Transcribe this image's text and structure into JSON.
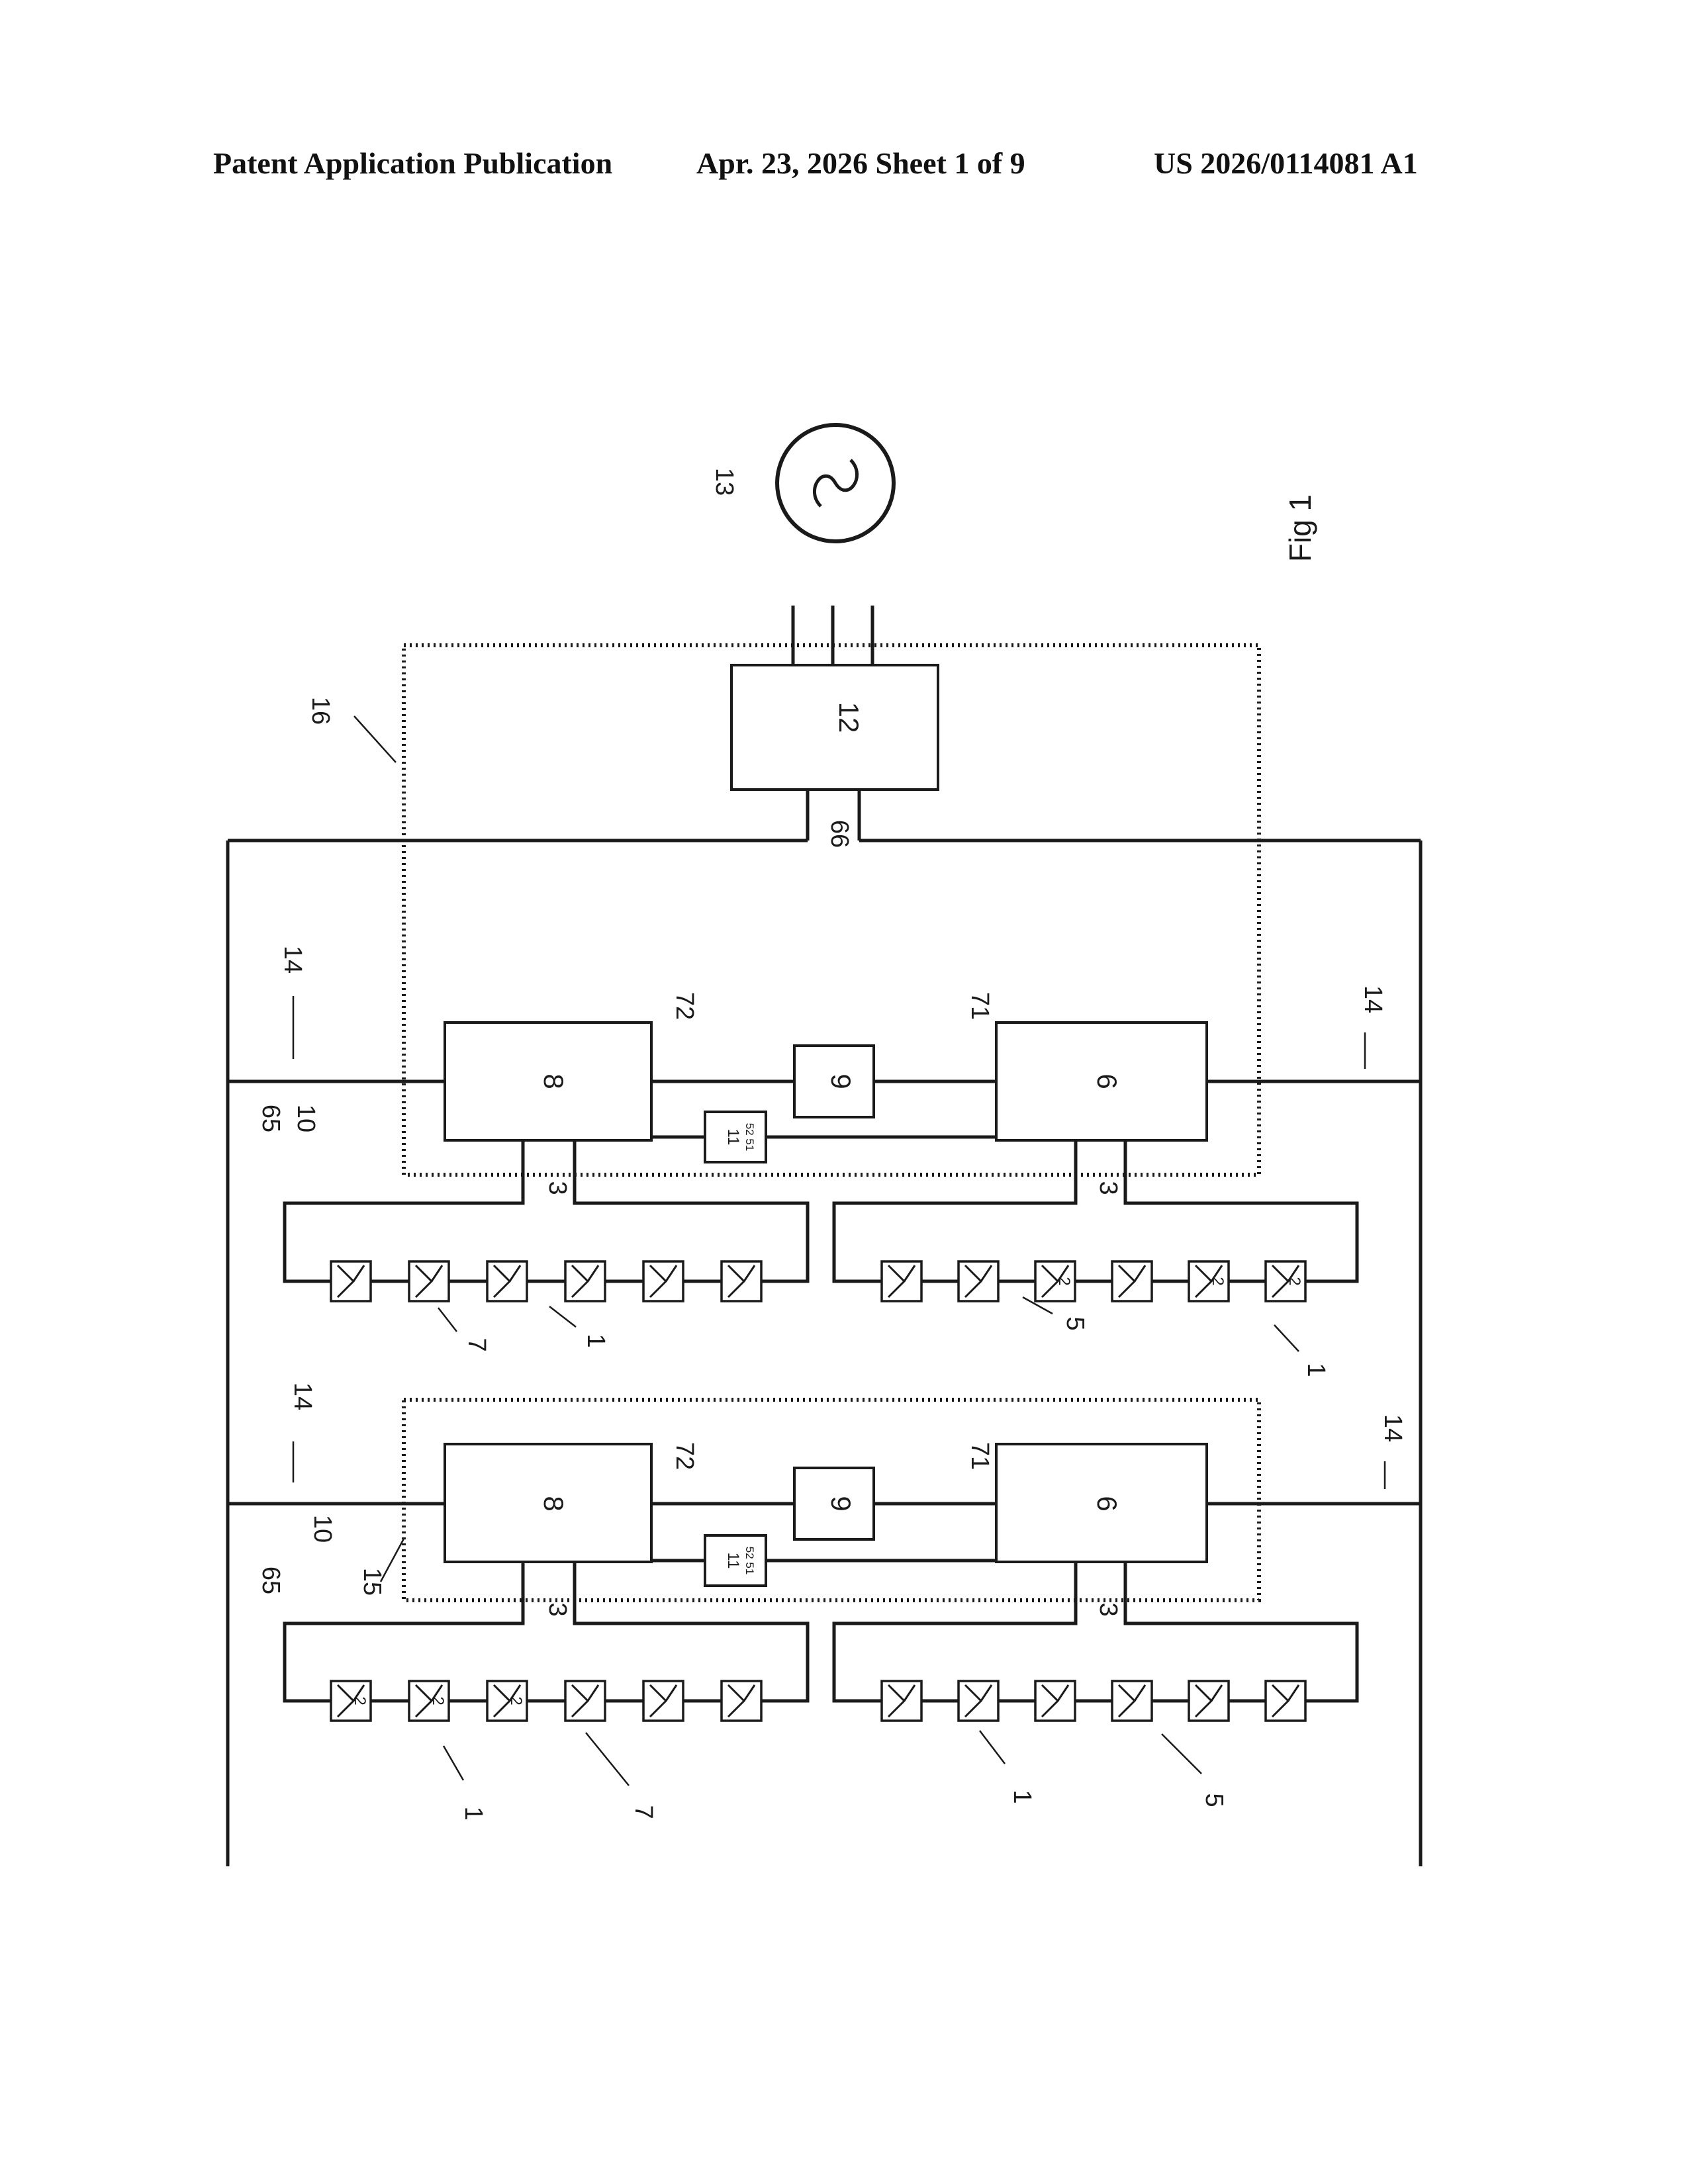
{
  "header": {
    "publication": "Patent Application Publication",
    "date_sheet": "Apr. 23, 2026  Sheet 1 of 9",
    "number": "US 2026/0114081 A1"
  },
  "figure": {
    "title": "Fig 1",
    "labels": {
      "grid": "13",
      "outer_enclosure": "16",
      "inverter": "12",
      "dc_bus": "66",
      "dc_line": "14",
      "node": "65",
      "link": "10",
      "enclosure_lower": "15",
      "converter_a": "8",
      "converter_b": "6",
      "storage": "9",
      "controller": "11",
      "controller_ports": "52 51",
      "port_a": "72",
      "port_b": "71",
      "string_lead": "3",
      "module": "1",
      "module_ref_a": "7",
      "module_ref_b": "5",
      "module_mark": "2"
    }
  }
}
